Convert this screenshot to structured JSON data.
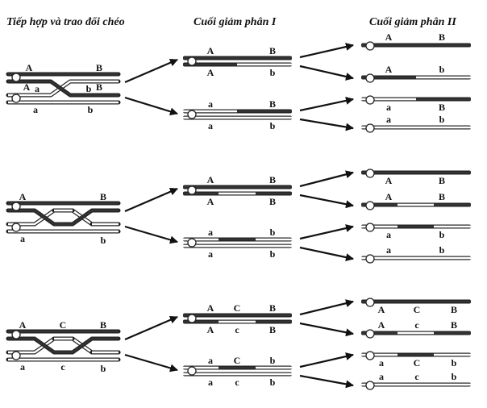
{
  "headers": {
    "col1": "Tiếp hợp và trao đổi chéo",
    "col2": "Cuối giảm phân I",
    "col3": "Cuối giảm phân II"
  },
  "colors": {
    "dark": "#333333",
    "light": "#ffffff",
    "outline": "#222222"
  },
  "sections": [
    {
      "id": "single-crossover",
      "synapsis": {
        "labels_top": [
          "A",
          "B"
        ],
        "labels_mid": [
          "A",
          "a",
          "b",
          "B"
        ],
        "labels_bottom": [
          "a",
          "b"
        ],
        "crossovers": 1
      },
      "meiosis1": [
        {
          "top": [
            "A",
            "B"
          ],
          "bottom": [
            "A",
            "b"
          ]
        },
        {
          "top": [
            "a",
            "B"
          ],
          "bottom": [
            "a",
            "b"
          ]
        }
      ],
      "meiosis2": [
        {
          "labels": [
            "A",
            "B"
          ],
          "pattern": "dark"
        },
        {
          "labels": [
            "A",
            "b"
          ],
          "pattern": "dark-light"
        },
        {
          "labels": [
            "a",
            "B"
          ],
          "pattern": "light-dark"
        },
        {
          "labels": [
            "a",
            "b"
          ],
          "pattern": "light"
        }
      ]
    },
    {
      "id": "double-crossover-two-genes",
      "synapsis": {
        "labels_top": [
          "A",
          "B"
        ],
        "labels_bottom": [
          "a",
          "b"
        ],
        "crossovers": 2
      },
      "meiosis1": [
        {
          "top": [
            "A",
            "B"
          ],
          "bottom": [
            "A",
            "B"
          ]
        },
        {
          "top": [
            "a",
            "b"
          ],
          "bottom": [
            "a",
            "b"
          ]
        }
      ],
      "meiosis2": [
        {
          "labels": [
            "A",
            "B"
          ],
          "pattern": "dark"
        },
        {
          "labels": [
            "A",
            "B"
          ],
          "pattern": "dark-light-dark"
        },
        {
          "labels": [
            "a",
            "b"
          ],
          "pattern": "light-dark-light"
        },
        {
          "labels": [
            "a",
            "b"
          ],
          "pattern": "light"
        }
      ]
    },
    {
      "id": "double-crossover-three-genes",
      "synapsis": {
        "labels_top": [
          "A",
          "C",
          "B"
        ],
        "labels_bottom": [
          "a",
          "c",
          "b"
        ],
        "crossovers": 2
      },
      "meiosis1": [
        {
          "top": [
            "A",
            "C",
            "B"
          ],
          "bottom": [
            "A",
            "c",
            "B"
          ]
        },
        {
          "top": [
            "a",
            "C",
            "b"
          ],
          "bottom": [
            "a",
            "c",
            "b"
          ]
        }
      ],
      "meiosis2": [
        {
          "labels": [
            "A",
            "C",
            "B"
          ],
          "pattern": "dark"
        },
        {
          "labels": [
            "A",
            "c",
            "B"
          ],
          "pattern": "dark-light-dark"
        },
        {
          "labels": [
            "a",
            "C",
            "b"
          ],
          "pattern": "light-dark-light"
        },
        {
          "labels": [
            "a",
            "c",
            "b"
          ],
          "pattern": "light"
        }
      ]
    }
  ]
}
